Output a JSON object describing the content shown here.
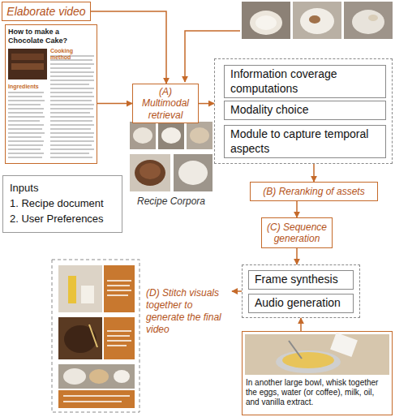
{
  "diagram": {
    "nodes": [
      {
        "text": [
          "Elaborate video"
        ]
      },
      {
        "text": [
          "How to make a Chocolate Cake?",
          "Cooking method",
          "Ingredients"
        ]
      },
      {
        "text": [
          "Inputs",
          "1. Recipe document",
          "2. User Preferences"
        ]
      },
      {
        "text": [
          "(A) Multimodal retrieval"
        ]
      },
      {
        "text": []
      },
      {
        "text": [
          "Information coverage computations"
        ],
        "in": 4
      },
      {
        "text": [
          "Modality choice"
        ],
        "in": 4
      },
      {
        "text": [
          "Module to capture temporal aspects"
        ],
        "in": 4
      },
      {
        "text": [
          "(B) Reranking of assets"
        ]
      },
      {
        "text": [
          "(C) Sequence generation"
        ]
      },
      {
        "text": []
      },
      {
        "text": [
          "Frame synthesis"
        ],
        "in": 10
      },
      {
        "text": [
          "Audio generation"
        ],
        "in": 10
      },
      {
        "text": [
          "(D) Stitch visuals together to generate the final video"
        ]
      },
      {
        "text": [
          "In another large bowl, whisk together the eggs, water (or coffee), milk, oil, and vanilla extract."
        ]
      }
    ],
    "edges": [
      {
        "from": 0,
        "to": 3,
        "arrow": "to"
      },
      {
        "from": 1,
        "to": 3,
        "arrow": "to"
      },
      {
        "from": 3,
        "to": 4,
        "arrow": "to"
      },
      {
        "from": 4,
        "to": 8,
        "arrow": "to"
      },
      {
        "from": 8,
        "to": 9,
        "arrow": "to"
      },
      {
        "from": 9,
        "to": 10,
        "arrow": "to"
      },
      {
        "from": 10,
        "to": 13,
        "arrow": "to"
      },
      {
        "from": 14,
        "to": 10,
        "arrow": "to"
      }
    ],
    "labels": [
      "Recipe Corpora"
    ]
  }
}
